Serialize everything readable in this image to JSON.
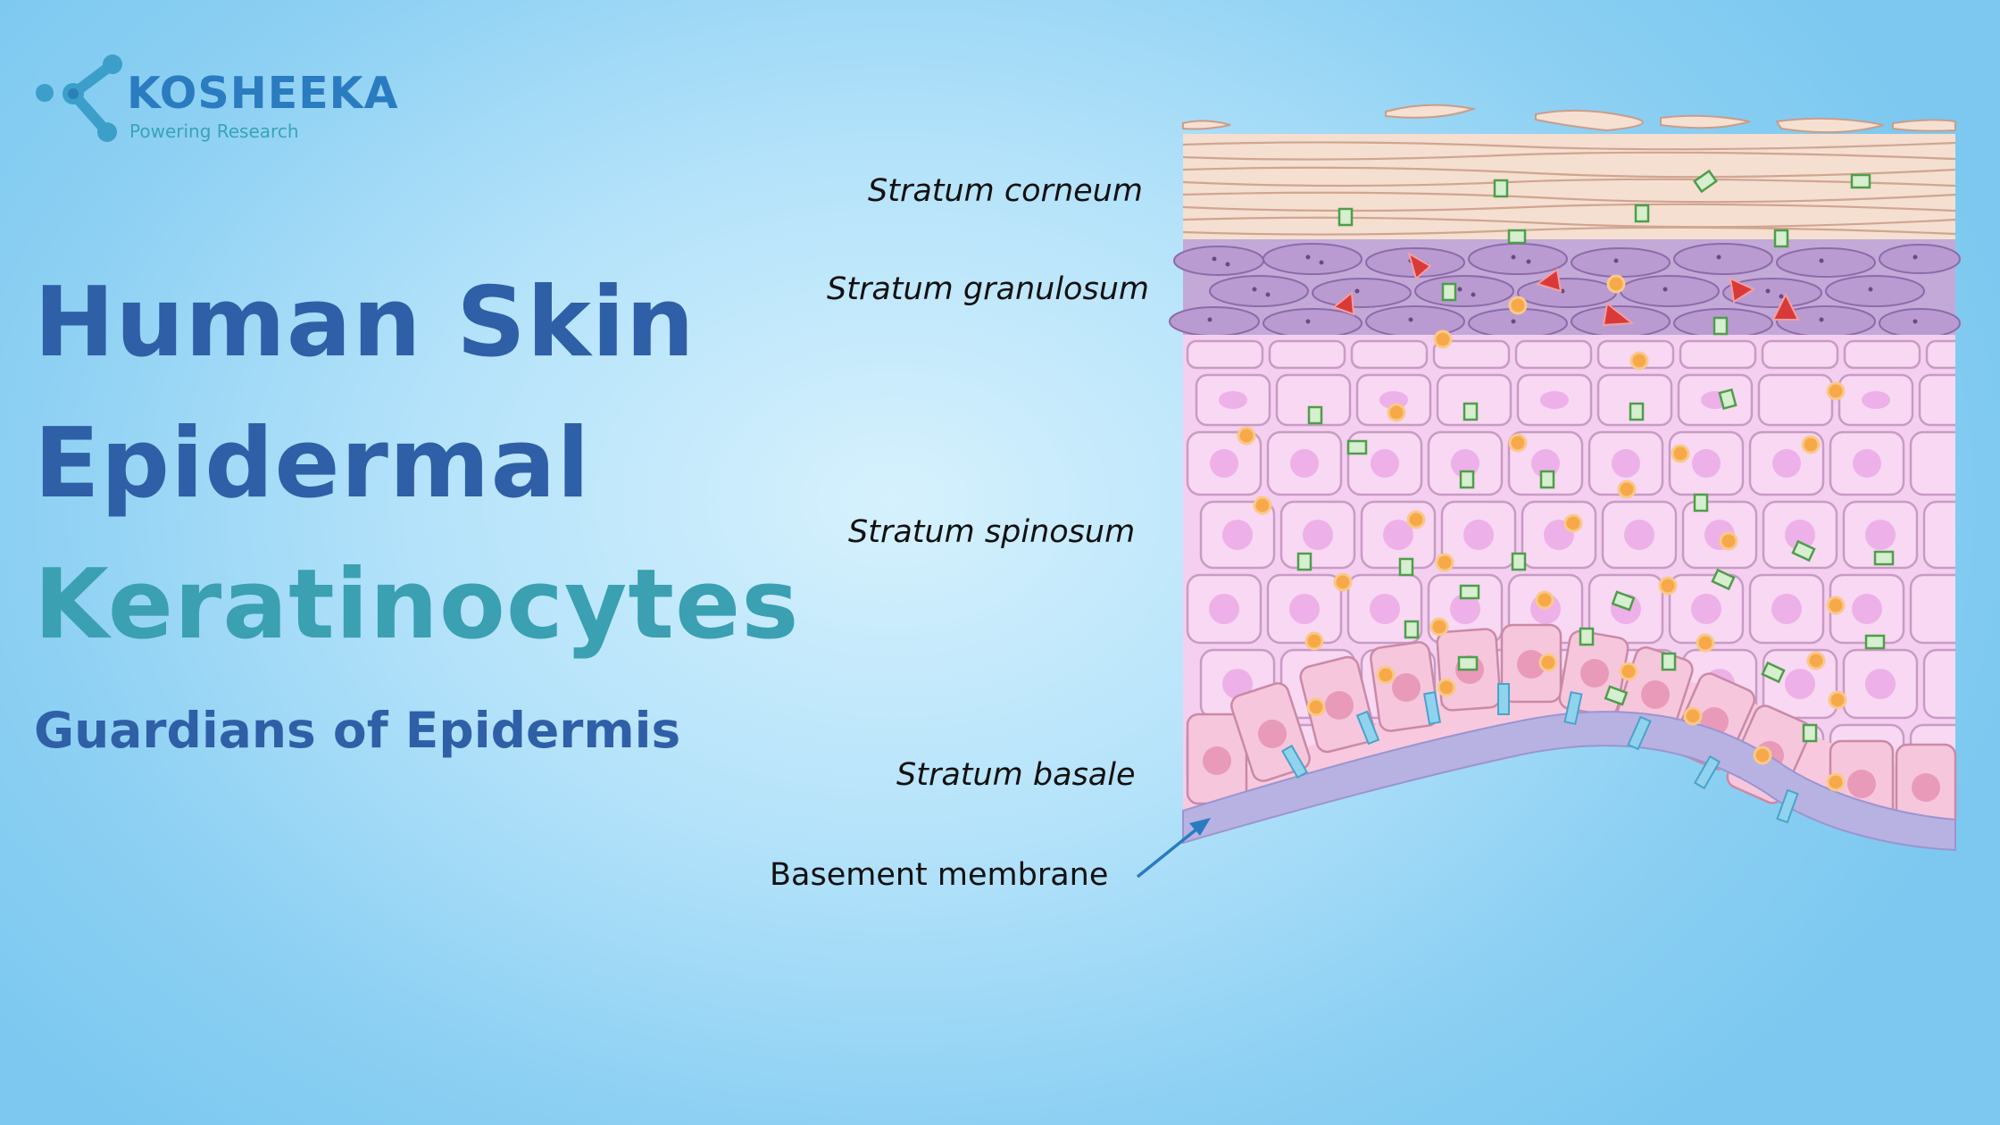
{
  "brand": {
    "name": "KOSHEEKA",
    "tagline": "Powering Research",
    "colors": {
      "primary": "#2a7bc0",
      "secondary": "#3aa3b6"
    }
  },
  "headline": {
    "line1": "Human Skin",
    "line2": "Epidermal",
    "line3": "Keratinocytes",
    "subtitle": "Guardians of Epidermis",
    "colors": {
      "dark": "#2f5fa6",
      "teal": "#3aa0b2"
    }
  },
  "diagram": {
    "layers": [
      {
        "key": "corneum",
        "label": "Stratum corneum",
        "color": "#f5dfd0"
      },
      {
        "key": "granulosum",
        "label": "Stratum granulosum",
        "color": "#c3a9d8"
      },
      {
        "key": "spinosum",
        "label": "Stratum spinosum",
        "color": "#f5cff0"
      },
      {
        "key": "basale",
        "label": "Stratum basale",
        "color": "#f8c9de"
      }
    ],
    "membrane_label": "Basement membrane",
    "membrane_color": "#b7b2e2",
    "marker_colors": {
      "green": "#5fae5a",
      "orange": "#f7a94a",
      "red": "#d83a3a",
      "blue": "#8fd3ef"
    }
  }
}
